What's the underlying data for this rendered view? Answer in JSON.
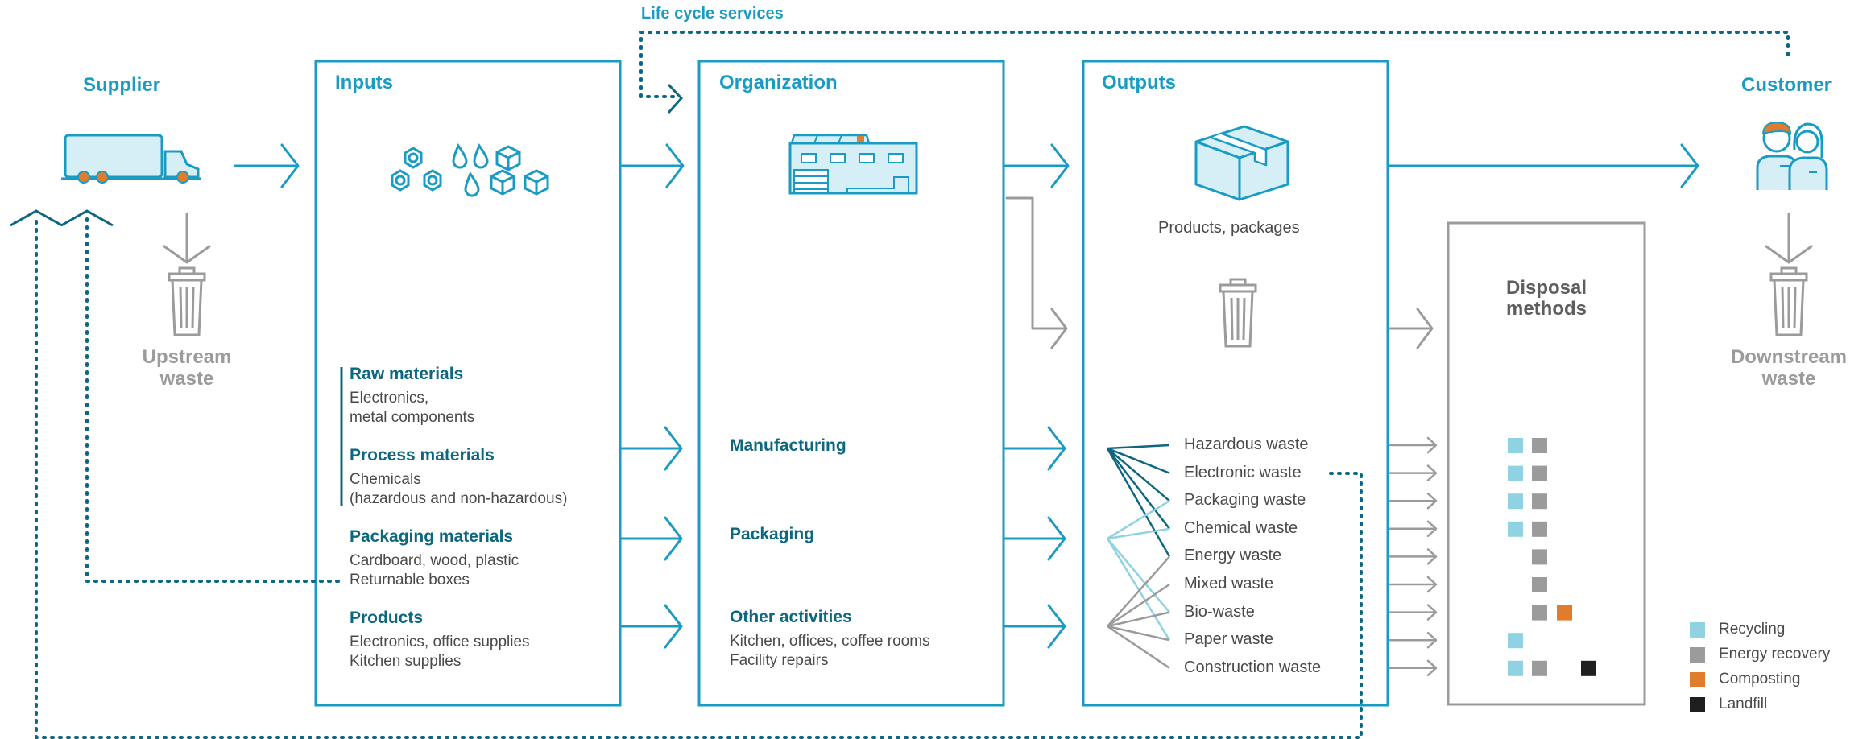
{
  "colors": {
    "accent": "#1a9bc4",
    "dark": "#0d6781",
    "light_fill": "#d6eef5",
    "grey": "#9b9b9b",
    "orange": "#e07c2c",
    "black": "#1f1f1f"
  },
  "header": {
    "life_cycle_services": "Life cycle services"
  },
  "supplier": {
    "title": "Supplier",
    "icon": "truck-icon",
    "waste_line1": "Upstream",
    "waste_line2": "waste"
  },
  "inputs": {
    "title": "Inputs",
    "icon": "materials-icon",
    "groups": [
      {
        "title": "Raw materials",
        "lines": [
          "Electronics,",
          "metal components"
        ]
      },
      {
        "title": "Process materials",
        "lines": [
          "Chemicals",
          "(hazardous and non-hazardous)"
        ]
      },
      {
        "title": "Packaging materials",
        "lines": [
          "Cardboard, wood, plastic",
          "Returnable boxes"
        ]
      },
      {
        "title": "Products",
        "lines": [
          "Electronics, office supplies",
          "Kitchen supplies"
        ]
      }
    ]
  },
  "organization": {
    "title": "Organization",
    "icon": "factory-icon",
    "activities": [
      {
        "title": "Manufacturing",
        "lines": []
      },
      {
        "title": "Packaging",
        "lines": []
      },
      {
        "title": "Other activities",
        "lines": [
          "Kitchen, offices, coffee rooms",
          "Facility repairs"
        ]
      }
    ]
  },
  "outputs": {
    "title": "Outputs",
    "icon": "package-box-icon",
    "products_label": "Products, packages",
    "trash_icon": "trash-can-icon",
    "waste_types": [
      "Hazardous waste",
      "Electronic waste",
      "Packaging waste",
      "Chemical waste",
      "Energy waste",
      "Mixed waste",
      "Bio-waste",
      "Paper waste",
      "Construction waste"
    ]
  },
  "disposal": {
    "title_line1": "Disposal",
    "title_line2": "methods",
    "matrix": [
      [
        "Recycling",
        "Energy recovery"
      ],
      [
        "Recycling",
        "Energy recovery"
      ],
      [
        "Recycling",
        "Energy recovery"
      ],
      [
        "Recycling",
        "Energy recovery"
      ],
      [
        "Energy recovery"
      ],
      [
        "Energy recovery"
      ],
      [
        "Energy recovery",
        "Composting"
      ],
      [
        "Recycling"
      ],
      [
        "Recycling",
        "Energy recovery",
        "Landfill"
      ]
    ]
  },
  "customer": {
    "title": "Customer",
    "icon": "people-icon",
    "waste_line1": "Downstream",
    "waste_line2": "waste"
  },
  "legend": [
    {
      "label": "Recycling",
      "color": "#8fd3e3"
    },
    {
      "label": "Energy recovery",
      "color": "#9b9b9b"
    },
    {
      "label": "Composting",
      "color": "#e07c2c"
    },
    {
      "label": "Landfill",
      "color": "#1f1f1f"
    }
  ]
}
